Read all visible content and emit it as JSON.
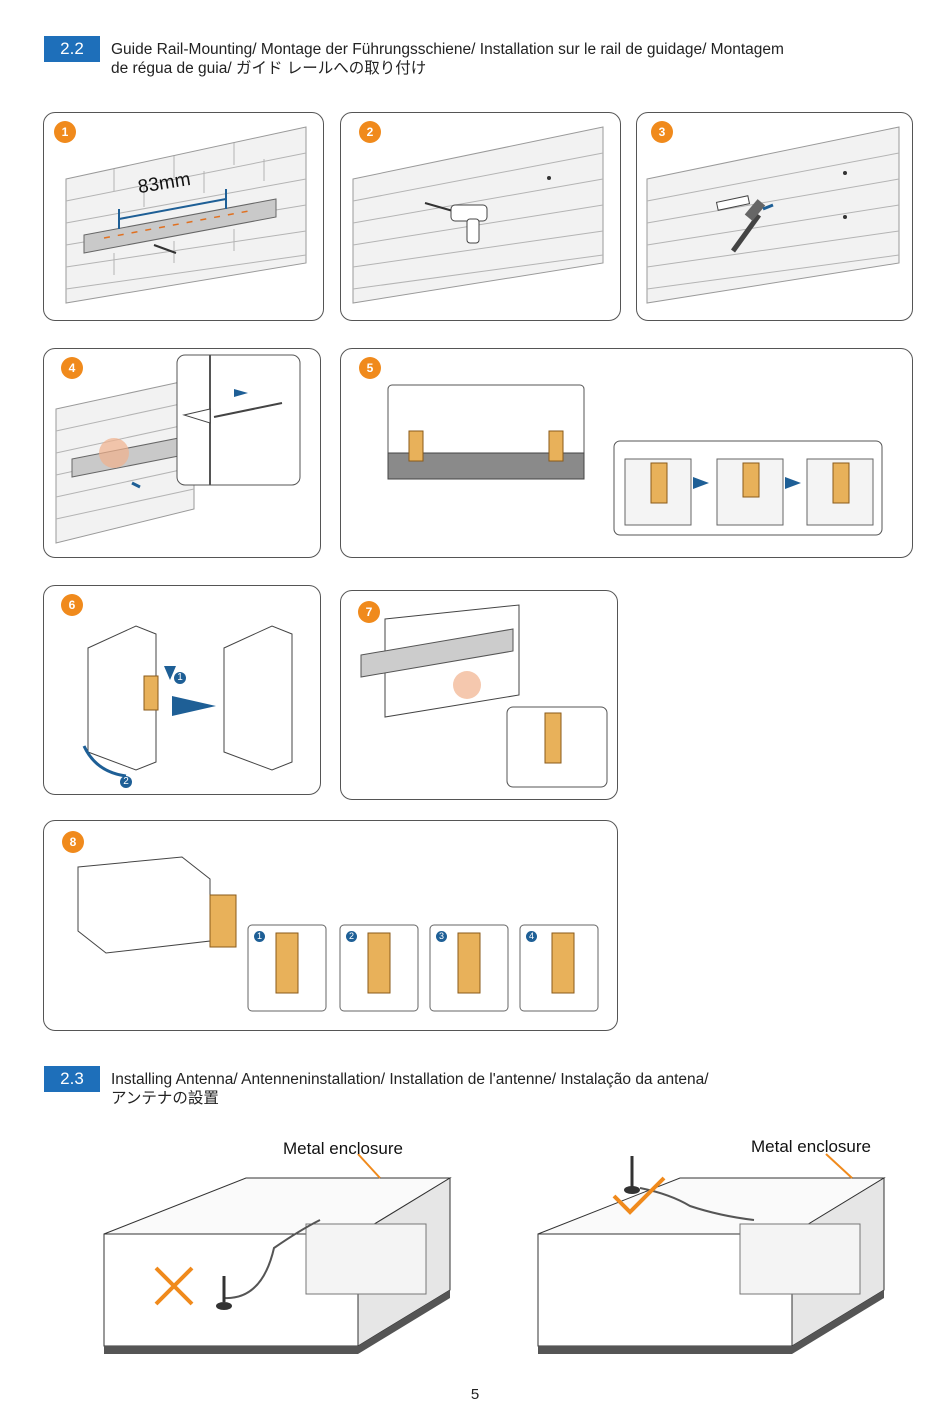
{
  "section_2_2": {
    "number": "2.2",
    "title_line1": "Guide Rail-Mounting/ Montage der Führungsschiene/ Installation sur le rail de guidage/ Montagem",
    "title_line2": "de régua de guia/ ガイド レールへの取り付け"
  },
  "steps": {
    "s1": "1",
    "s2": "2",
    "s3": "3",
    "s4": "4",
    "s5": "5",
    "s6": "6",
    "s7": "7",
    "s8": "8"
  },
  "step1": {
    "dimension": "83mm"
  },
  "step6": {
    "sub1": "1",
    "sub2": "2"
  },
  "step8": {
    "sub1": "1",
    "sub2": "2",
    "sub3": "3",
    "sub4": "4"
  },
  "section_2_3": {
    "number": "2.3",
    "title_line1": "Installing Antenna/ Antenneninstallation/ Installation de l'antenne/ Instalação da antena/",
    "title_line2": "アンテナの設置"
  },
  "antenna": {
    "left_label": "Metal enclosure",
    "right_label": "Metal enclosure"
  },
  "page": {
    "number": "5"
  },
  "colors": {
    "accent_blue": "#1e6fba",
    "step_orange": "#f08a1c",
    "arrow_blue": "#1e5f96",
    "clip_orange": "#e8b15a"
  }
}
